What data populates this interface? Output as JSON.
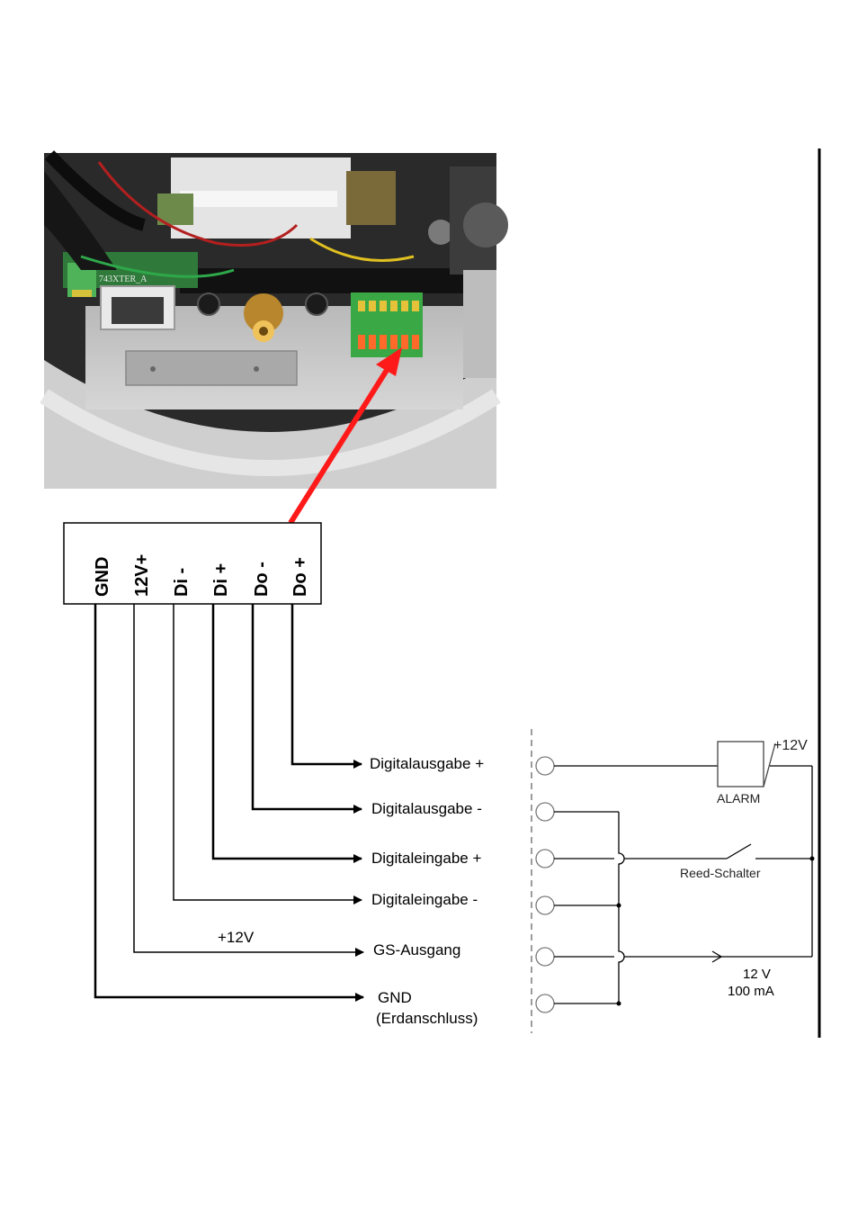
{
  "photo": {
    "board_silk": "743XTER_A"
  },
  "terminal": {
    "pins": [
      "GND",
      "12V+",
      "Di -",
      "Di +",
      "Do -",
      "Do +"
    ]
  },
  "left_labels": {
    "do_plus": "Digitalausgabe +",
    "do_minus": "Digitalausgabe -",
    "di_plus": "Digitaleingabe +",
    "di_minus": "Digitaleingabe -",
    "gs_voltage": "+12V",
    "gs": "GS-Ausgang",
    "gnd_line1": "GND",
    "gnd_line2": "(Erdanschluss)"
  },
  "right_labels": {
    "alarm": "ALARM",
    "alarm_voltage": "+12V",
    "reed": "Reed-Schalter",
    "supply_voltage": "12 V",
    "supply_current": "100 mA"
  },
  "colors": {
    "arrow": "#ff1a1a",
    "wire": "#000000",
    "terminal_green": "#3aa845",
    "terminal_orange": "#ff6a2a"
  }
}
